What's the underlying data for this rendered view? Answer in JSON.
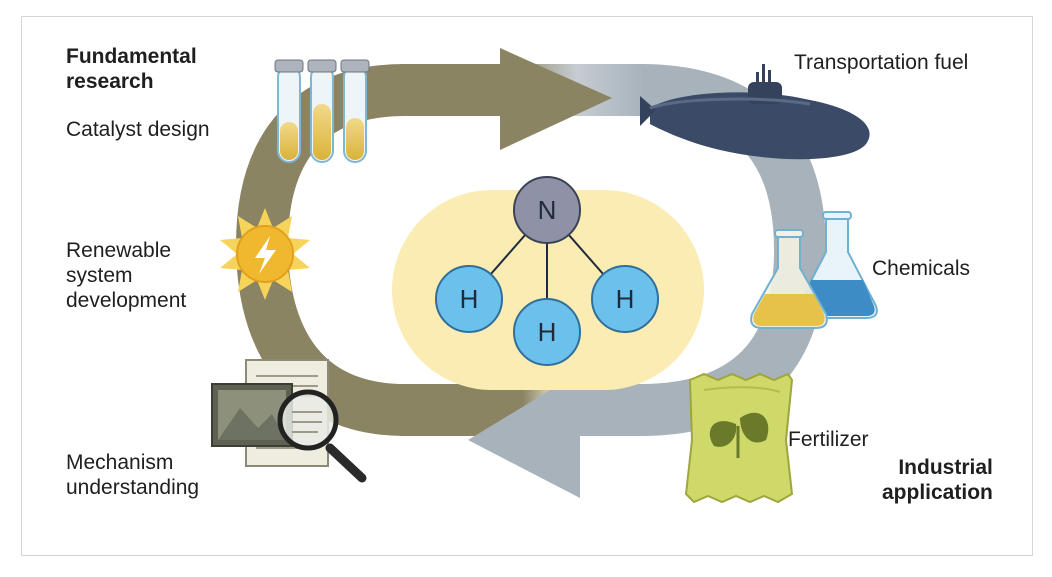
{
  "diagram": {
    "molecule": {
      "center_atom": "N",
      "bonded_atoms": [
        "H",
        "H",
        "H"
      ]
    },
    "left_side": {
      "heading": "Fundamental\nresearch",
      "items": [
        "Catalyst design",
        "Renewable\nsystem\ndevelopment",
        "Mechanism\nunderstanding"
      ]
    },
    "right_side": {
      "heading": "Industrial\napplication",
      "items": [
        "Transportation fuel",
        "Chemicals",
        "Fertilizer"
      ]
    },
    "icons": [
      "test-tubes-icon",
      "sun-bolt-icon",
      "documents-magnifier-icon",
      "submarine-icon",
      "flasks-icon",
      "fertilizer-bag-icon"
    ],
    "colors": {
      "left_arrow": "#8a8462",
      "right_arrow": "#a7b2bb",
      "nitrogen": "#8f92a6",
      "hydrogen": "#6cc1ec",
      "molecule_background": "#fbecb4",
      "fertilizer_bag": "#cfd96a"
    }
  }
}
